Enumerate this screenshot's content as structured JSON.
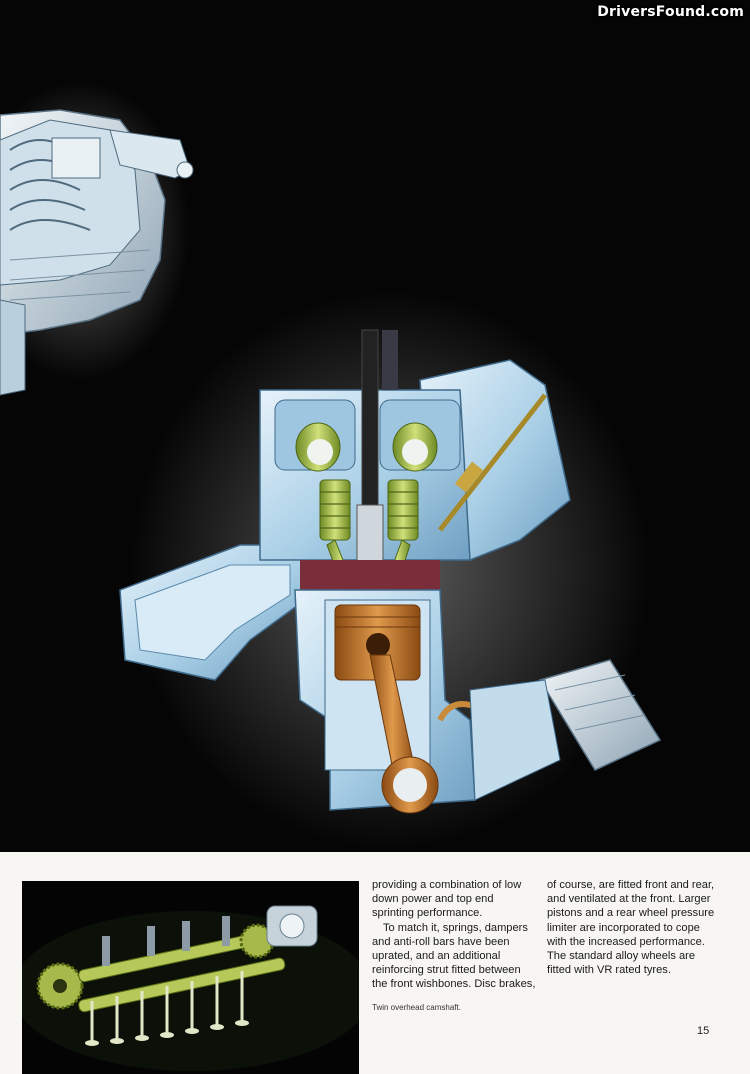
{
  "watermark": "DriversFound.com",
  "illustrations": {
    "top": "engine-cross-section-cutaway",
    "top_corner": "engine-manifold-assembly",
    "bottom": "twin-overhead-camshaft-assembly"
  },
  "columns": {
    "middle": [
      "providing a combination of low",
      "down power and top end",
      "sprinting performance.",
      "To match it, springs, dampers",
      "and anti-roll bars have been",
      "uprated, and an additional",
      "reinforcing strut fitted between",
      "the front wishbones. Disc brakes,"
    ],
    "right": [
      "of course, are fitted front and rear,",
      "and ventilated at the front. Larger",
      "pistons and a rear wheel pressure",
      "limiter are incorporated to cope",
      "with the increased performance.",
      "The standard alloy wheels are",
      "fitted with VR rated tyres."
    ]
  },
  "caption": "Twin overhead camshaft.",
  "page_number": "15",
  "colors": {
    "background_dark": "#050505",
    "paper": "#f7f6f2",
    "engine_blue": "#b8d8ec",
    "engine_green": "#a8c050",
    "piston_copper": "#c07a2c"
  }
}
